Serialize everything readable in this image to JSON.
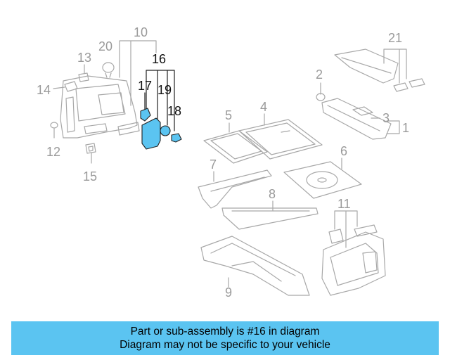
{
  "callouts": {
    "n1": "1",
    "n2": "2",
    "n3": "3",
    "n4": "4",
    "n5": "5",
    "n6": "6",
    "n7": "7",
    "n8": "8",
    "n9": "9",
    "n10": "10",
    "n11": "11",
    "n12": "12",
    "n13": "13",
    "n14": "14",
    "n15": "15",
    "n16": "16",
    "n17": "17",
    "n18": "18",
    "n19": "19",
    "n20": "20",
    "n21": "21"
  },
  "highlight_color": "#5bc4f1",
  "caption": {
    "line1": "Part or sub-assembly is #16 in diagram",
    "line2": "Diagram may not be specific to your vehicle"
  }
}
